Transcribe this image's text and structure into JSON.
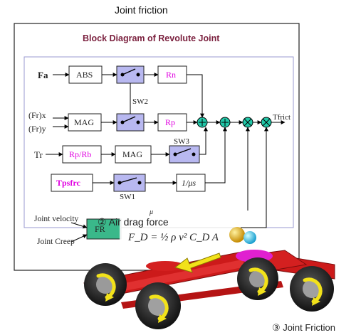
{
  "caption_top": "Joint friction",
  "panel": {
    "title": "Block Diagram of Revolute Joint",
    "inputs": {
      "fa": "Fa",
      "frx": "(Fr)x",
      "fry": "(Fr)y",
      "tr": "Tr",
      "tpfrc": "Tpsfrc",
      "joint_velocity": "Joint velocity",
      "joint_creep": "Joint Creep"
    },
    "blocks": {
      "abs": "ABS",
      "mag1": "MAG",
      "rp_rb": "Rp/Rb",
      "mag2": "MAG",
      "rn": "Rn",
      "rp": "Rp",
      "inv_mu": "1/μs",
      "fr": "FR"
    },
    "switches": {
      "sw1": "SW1",
      "sw2": "SW2",
      "sw3": "SW3"
    },
    "output": "Tfrict"
  },
  "overlay": {
    "air_drag_label": "② Air drag force",
    "formula": "F_D = ½ ρ v² C_D A",
    "joint_friction_label": "③ Joint Friction",
    "mu": "μ"
  },
  "colors": {
    "title": "#7a1f3d",
    "accent_text": "#e000e0",
    "switch_fill": "#b8b8f0",
    "fr_fill": "#3ab88a",
    "sum_fill": "#22c7a8",
    "vehicle_frame": "#cc1a1a",
    "arrow": "#f2e21a"
  }
}
